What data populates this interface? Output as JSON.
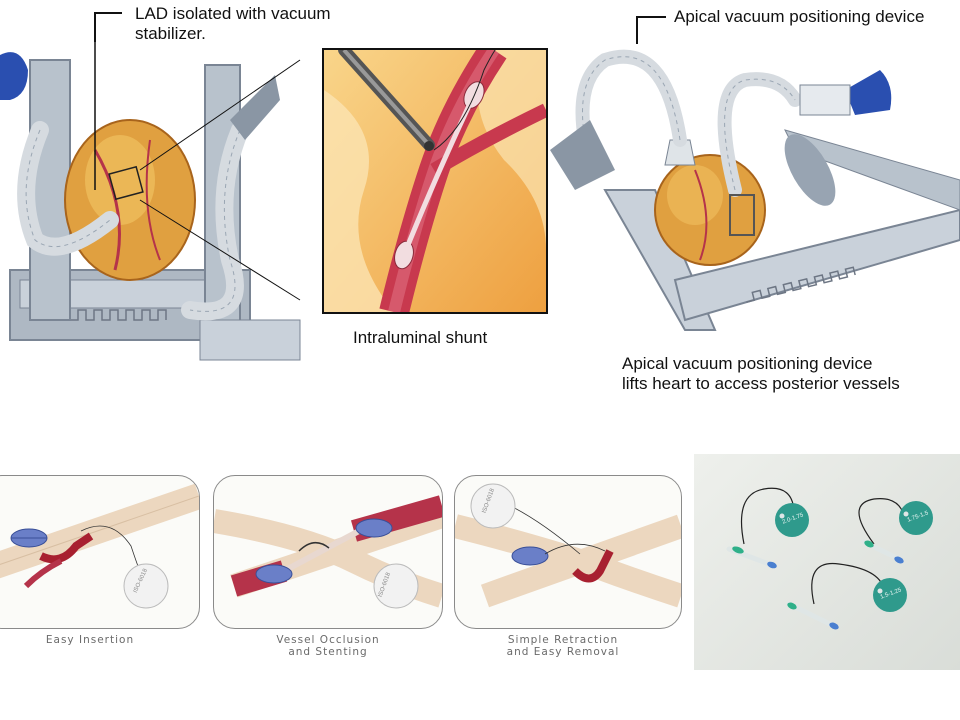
{
  "top": {
    "lad_label_line1": "LAD isolated with vacuum",
    "lad_label_line2": "stabilizer.",
    "apical_top_label": "Apical vacuum positioning device",
    "shunt_label": "Intraluminal shunt",
    "apical_bottom_line1": "Apical vacuum positioning device",
    "apical_bottom_line2": "lifts heart to access posterior vessels"
  },
  "panels": [
    {
      "caption_line1": "Easy Insertion",
      "caption_line2": "",
      "tag": "ISO-6018"
    },
    {
      "caption_line1": "Vessel Occlusion",
      "caption_line2": "and Stenting",
      "tag": "ISO-6018"
    },
    {
      "caption_line1": "Simple Retraction",
      "caption_line2": "and Easy Removal",
      "tag": "ISO-6018"
    }
  ],
  "shunt_tags": [
    "2.0-1.75",
    "1.75-1.5",
    "1.5-1.25"
  ],
  "colors": {
    "tube": "#d6dbe0",
    "frame": "#9aa6b3",
    "heart": "#e0a040",
    "vessel": "#b5334a",
    "tag_teal": "#2f9a8c",
    "bulb_blue": "#2a4fb0"
  }
}
